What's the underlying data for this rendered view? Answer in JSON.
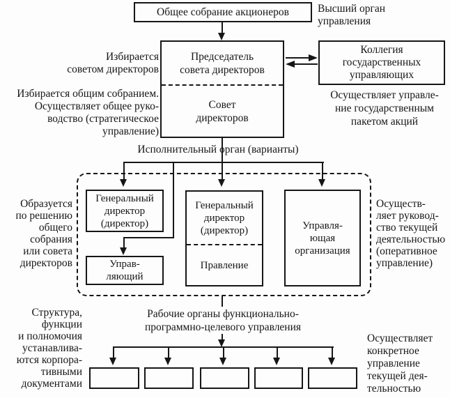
{
  "diagram": {
    "colors": {
      "ink": "#161616",
      "background": "#fdfdfd"
    },
    "top": {
      "general_meeting": "Общее собрание акционеров",
      "supreme_note": "Высший орган\nуправления"
    },
    "board_block": {
      "chairman": "Председатель\nсовета директоров",
      "board": "Совет\nдиректоров",
      "elected_by_board_note": "Избирается\nсоветом директоров",
      "elected_by_assembly_note": "Избирается общим собранием.\nОсуществляет общее руко-\nводство (стратегическое\nуправление)"
    },
    "collegium_block": {
      "collegium": "Коллегия\nгосударственных\nуправляющих",
      "note": "Осуществляет управле-\nние государственным\nпакетом акций"
    },
    "executive_block": {
      "title": "Исполнительный орган (варианты)",
      "gen_dir_left": "Генеральный\nдиректор\n(директор)",
      "manager": "Управ-\nляющий",
      "gen_dir_mid": "Генеральный\nдиректор\n(директор)",
      "management_board": "Правление",
      "managing_org": "Управля-\nющая\nорганизация",
      "formed_note": "Образуется\nпо решению\nобщего\nсобрания\nили совета\nдиректоров",
      "operative_note": "Осуществ-\nляет руковод-\nство текущей\nдеятельностью\n(оперативное\nуправление)"
    },
    "working_block": {
      "title": "Рабочие органы функционально-\nпрограммно-целевого управления",
      "structure_note": "Структура,\nфункции\nи полномочия\nустанавлива-\nются корпора-\nтивными\nдокументами",
      "concrete_note": "Осуществляет\nконкретное\nуправление\nтекущей дея-\nтельностью"
    }
  }
}
